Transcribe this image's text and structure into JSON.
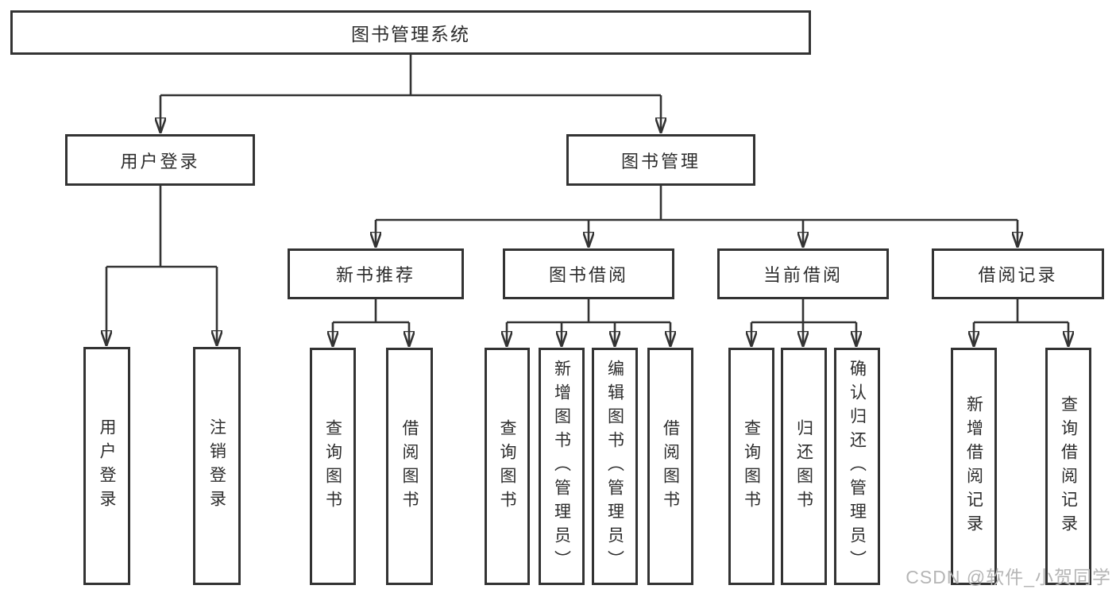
{
  "diagram": {
    "type": "hierarchy-tree",
    "root": {
      "label": "图书管理系统",
      "children": [
        {
          "label": "用户登录",
          "children": [
            {
              "label": "用户登录"
            },
            {
              "label": "注销登录"
            }
          ]
        },
        {
          "label": "图书管理",
          "children": [
            {
              "label": "新书推荐",
              "children": [
                {
                  "label": "查询图书"
                },
                {
                  "label": "借阅图书"
                }
              ]
            },
            {
              "label": "图书借阅",
              "children": [
                {
                  "label": "查询图书"
                },
                {
                  "label": "新增图书（管理员）"
                },
                {
                  "label": "编辑图书（管理员）"
                },
                {
                  "label": "借阅图书"
                }
              ]
            },
            {
              "label": "当前借阅",
              "children": [
                {
                  "label": "查询图书"
                },
                {
                  "label": "归还图书"
                },
                {
                  "label": "确认归还（管理员）"
                }
              ]
            },
            {
              "label": "借阅记录",
              "children": [
                {
                  "label": "新增借阅记录"
                },
                {
                  "label": "查询借阅记录"
                }
              ]
            }
          ]
        }
      ]
    },
    "colors": {
      "line": "#333333",
      "text": "#2d2d2d",
      "background": "#ffffff",
      "watermark": "#b5b5b5"
    }
  },
  "watermark": "CSDN @软件_小贺同学"
}
